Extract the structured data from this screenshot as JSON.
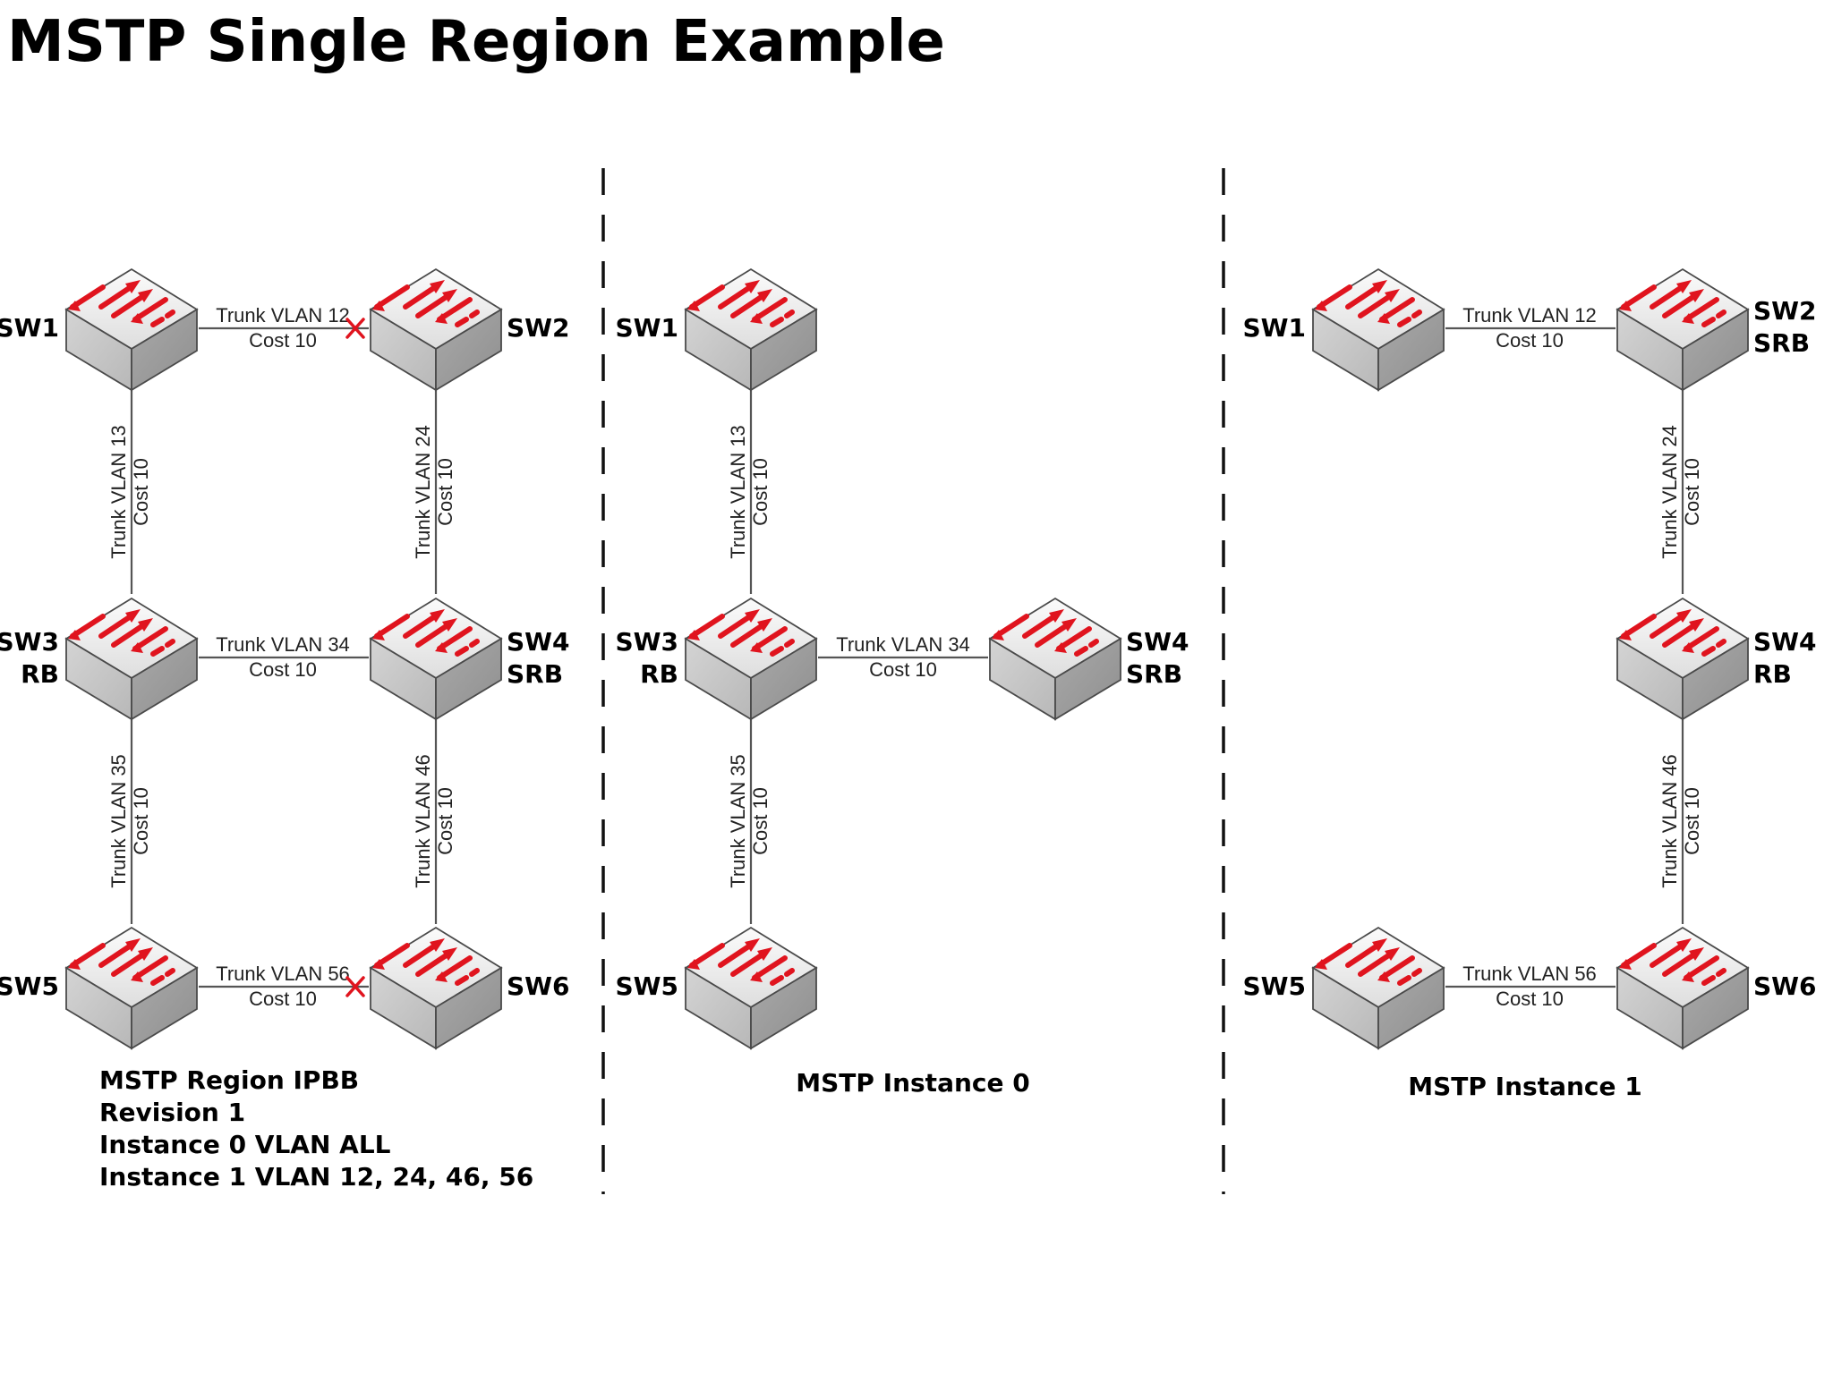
{
  "title": "MSTP Single Region Example",
  "panels": [
    {
      "id": "region",
      "switches": [
        {
          "name": "SW1",
          "role": ""
        },
        {
          "name": "SW2",
          "role": ""
        },
        {
          "name": "SW3",
          "role": "RB"
        },
        {
          "name": "SW4",
          "role": "SRB"
        },
        {
          "name": "SW5",
          "role": ""
        },
        {
          "name": "SW6",
          "role": ""
        }
      ],
      "links": [
        {
          "label": "Trunk VLAN 12",
          "cost": "Cost 10",
          "blocked": true
        },
        {
          "label": "Trunk VLAN 13",
          "cost": "Cost 10",
          "blocked": false
        },
        {
          "label": "Trunk VLAN 24",
          "cost": "Cost 10",
          "blocked": false
        },
        {
          "label": "Trunk VLAN 34",
          "cost": "Cost 10",
          "blocked": false
        },
        {
          "label": "Trunk VLAN 35",
          "cost": "Cost 10",
          "blocked": false
        },
        {
          "label": "Trunk VLAN 46",
          "cost": "Cost 10",
          "blocked": false
        },
        {
          "label": "Trunk VLAN 56",
          "cost": "Cost 10",
          "blocked": true
        }
      ],
      "caption": [
        "MSTP Region IPBB",
        "Revision 1",
        "Instance 0 VLAN ALL",
        "Instance 1 VLAN 12, 24, 46, 56"
      ]
    },
    {
      "id": "instance0",
      "switches": [
        {
          "name": "SW1",
          "role": ""
        },
        {
          "name": "SW3",
          "role": "RB"
        },
        {
          "name": "SW4",
          "role": "SRB"
        },
        {
          "name": "SW5",
          "role": ""
        }
      ],
      "links": [
        {
          "label": "Trunk VLAN 13",
          "cost": "Cost 10"
        },
        {
          "label": "Trunk VLAN 34",
          "cost": "Cost 10"
        },
        {
          "label": "Trunk VLAN 35",
          "cost": "Cost 10"
        }
      ],
      "caption": [
        "MSTP Instance 0"
      ]
    },
    {
      "id": "instance1",
      "switches": [
        {
          "name": "SW1",
          "role": ""
        },
        {
          "name": "SW2",
          "role": "SRB"
        },
        {
          "name": "SW4",
          "role": "RB"
        },
        {
          "name": "SW5",
          "role": ""
        },
        {
          "name": "SW6",
          "role": ""
        }
      ],
      "links": [
        {
          "label": "Trunk VLAN 12",
          "cost": "Cost 10"
        },
        {
          "label": "Trunk VLAN 24",
          "cost": "Cost 10"
        },
        {
          "label": "Trunk VLAN 46",
          "cost": "Cost 10"
        },
        {
          "label": "Trunk VLAN 56",
          "cost": "Cost 10"
        }
      ],
      "caption": [
        "MSTP Instance 1"
      ]
    }
  ],
  "colors": {
    "arrow": "#e0141e",
    "blocked_mark": "#e0141e",
    "switch_body": "#d6d6d6"
  },
  "icons": {
    "switch": "network-switch-icon",
    "blocked": "blocked-port-icon"
  }
}
